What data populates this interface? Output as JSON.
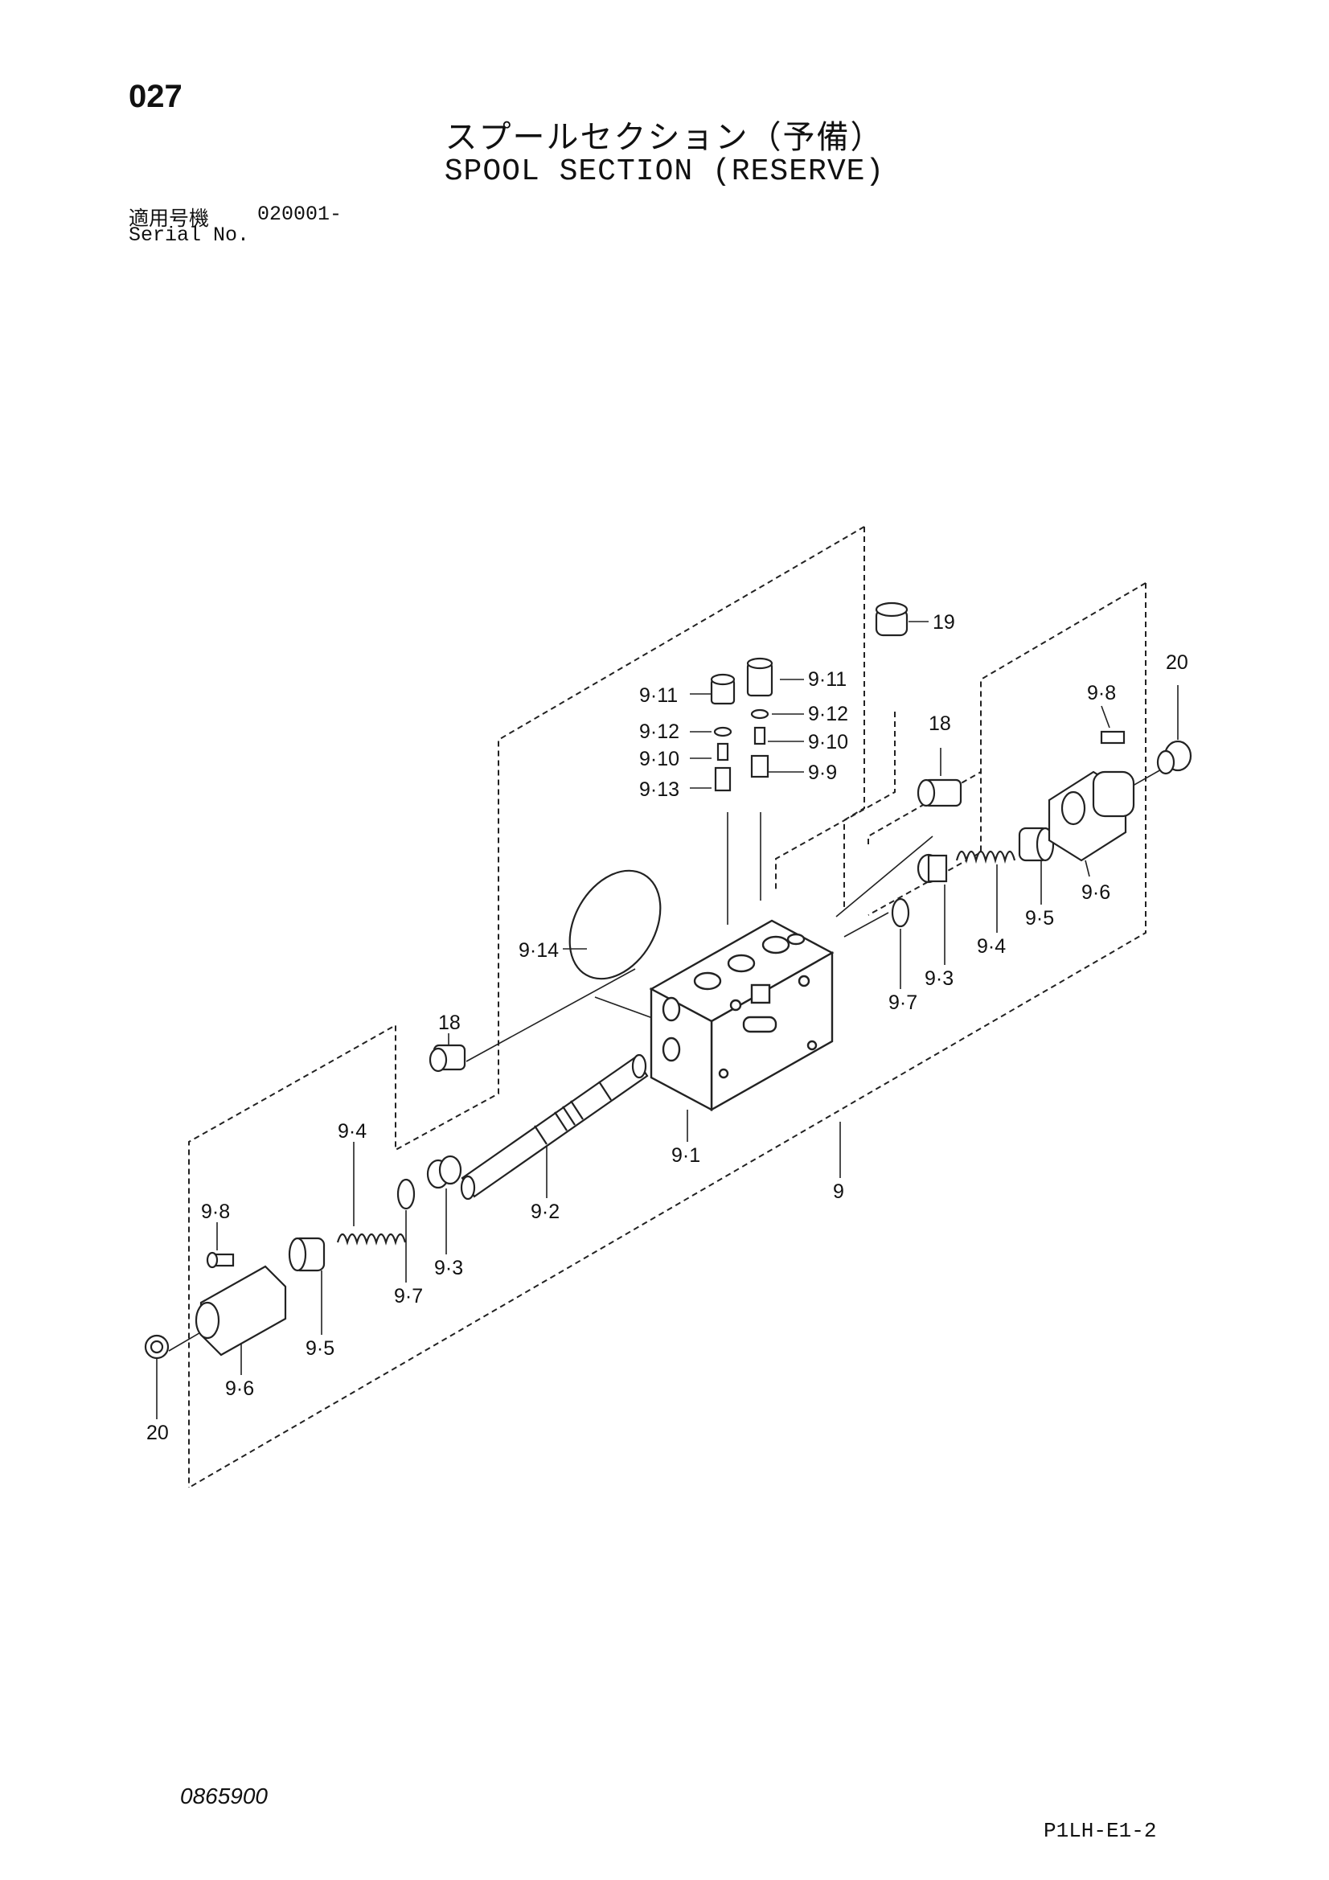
{
  "header": {
    "page_number": "027",
    "title_jp": "スプールセクション（予備）",
    "title_en": "SPOOL SECTION (RESERVE)",
    "serial_label_jp": "適用号機",
    "serial_value": "020001-",
    "serial_label_en": "Serial No."
  },
  "diagram": {
    "callouts": {
      "c_9_11_a": "9·11",
      "c_9_11_b": "9·11",
      "c_9_12_a": "9·12",
      "c_9_12_b": "9·12",
      "c_9_10_a": "9·10",
      "c_9_10_b": "9·10",
      "c_9_13": "9·13",
      "c_9_9": "9·9",
      "c_19": "19",
      "c_18_top": "18",
      "c_20_top": "20",
      "c_9_8_top": "9·8",
      "c_9_6_top": "9·6",
      "c_9_5_top": "9·5",
      "c_9_4_top": "9·4",
      "c_9_3_top": "9·3",
      "c_9_7_top": "9·7",
      "c_9_14": "9·14",
      "c_18_left": "18",
      "c_9_1": "9·1",
      "c_9": "9",
      "c_9_2": "9·2",
      "c_9_4_left": "9·4",
      "c_9_8_left": "9·8",
      "c_9_3_left": "9·3",
      "c_9_7_left": "9·7",
      "c_9_5_left": "9·5",
      "c_9_6_left": "9·6",
      "c_20_left": "20"
    }
  },
  "footer": {
    "doc_number": "0865900",
    "page_code": "P1LH-E1-2"
  }
}
